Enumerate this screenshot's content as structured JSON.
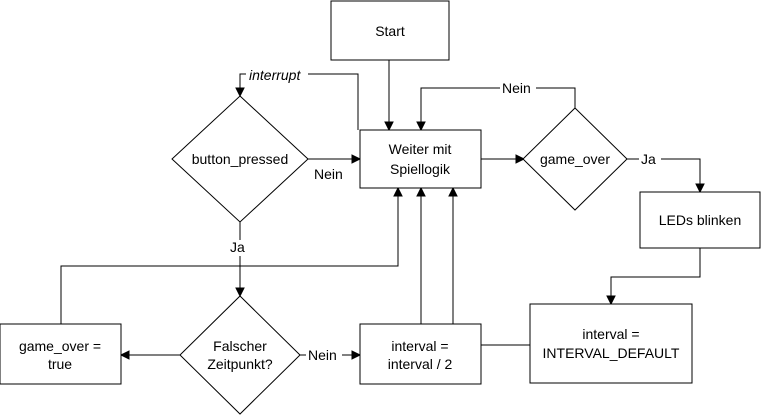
{
  "nodes": {
    "start": "Start",
    "spiellogik": [
      "Weiter mit",
      "Spiellogik"
    ],
    "button_pressed": "button_pressed",
    "game_over_check": "game_over",
    "leds": "LEDs blinken",
    "falscher": [
      "Falscher",
      "Zeitpunkt?"
    ],
    "game_over_true": [
      "game_over =",
      "true"
    ],
    "interval_half": [
      "interval =",
      "interval / 2"
    ],
    "interval_default": [
      "interval =",
      "INTERVAL_DEFAULT"
    ]
  },
  "edges": {
    "interrupt": "interrupt",
    "nein_button": "Nein",
    "nein_game_over": "Nein",
    "ja_game_over": "Ja",
    "ja_button": "Ja",
    "nein_falscher": "Nein"
  }
}
